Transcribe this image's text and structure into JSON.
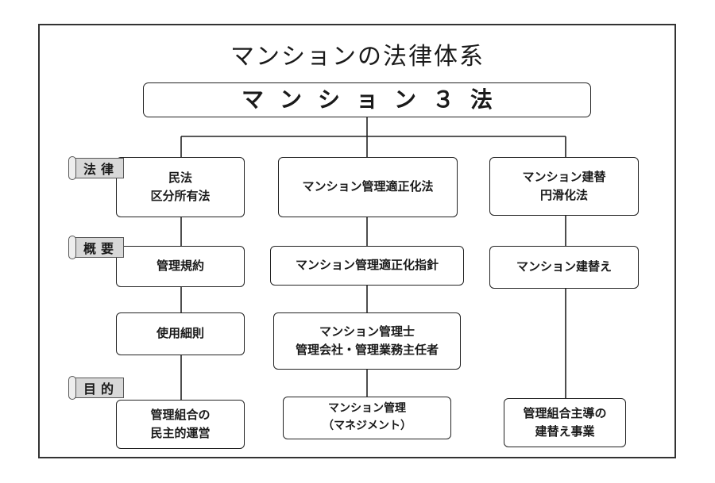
{
  "diagram": {
    "title": "マンションの法律体系",
    "main": "マンション３法",
    "labels": {
      "law": "法律",
      "overview": "概要",
      "purpose": "目的"
    },
    "columns": {
      "left": {
        "law": "民法\n区分所有法",
        "overview1": "管理規約",
        "overview2": "使用細則",
        "purpose": "管理組合の\n民主的運営"
      },
      "center": {
        "law": "マンション管理適正化法",
        "overview1": "マンション管理適正化指針",
        "overview2": "マンション管理士\n管理会社・管理業務主任者",
        "purpose": "マンション管理\n（マネジメント）"
      },
      "right": {
        "law": "マンション建替\n円滑化法",
        "overview1": "マンション建替え",
        "purpose": "管理組合主導の\n建替え事業"
      }
    }
  }
}
